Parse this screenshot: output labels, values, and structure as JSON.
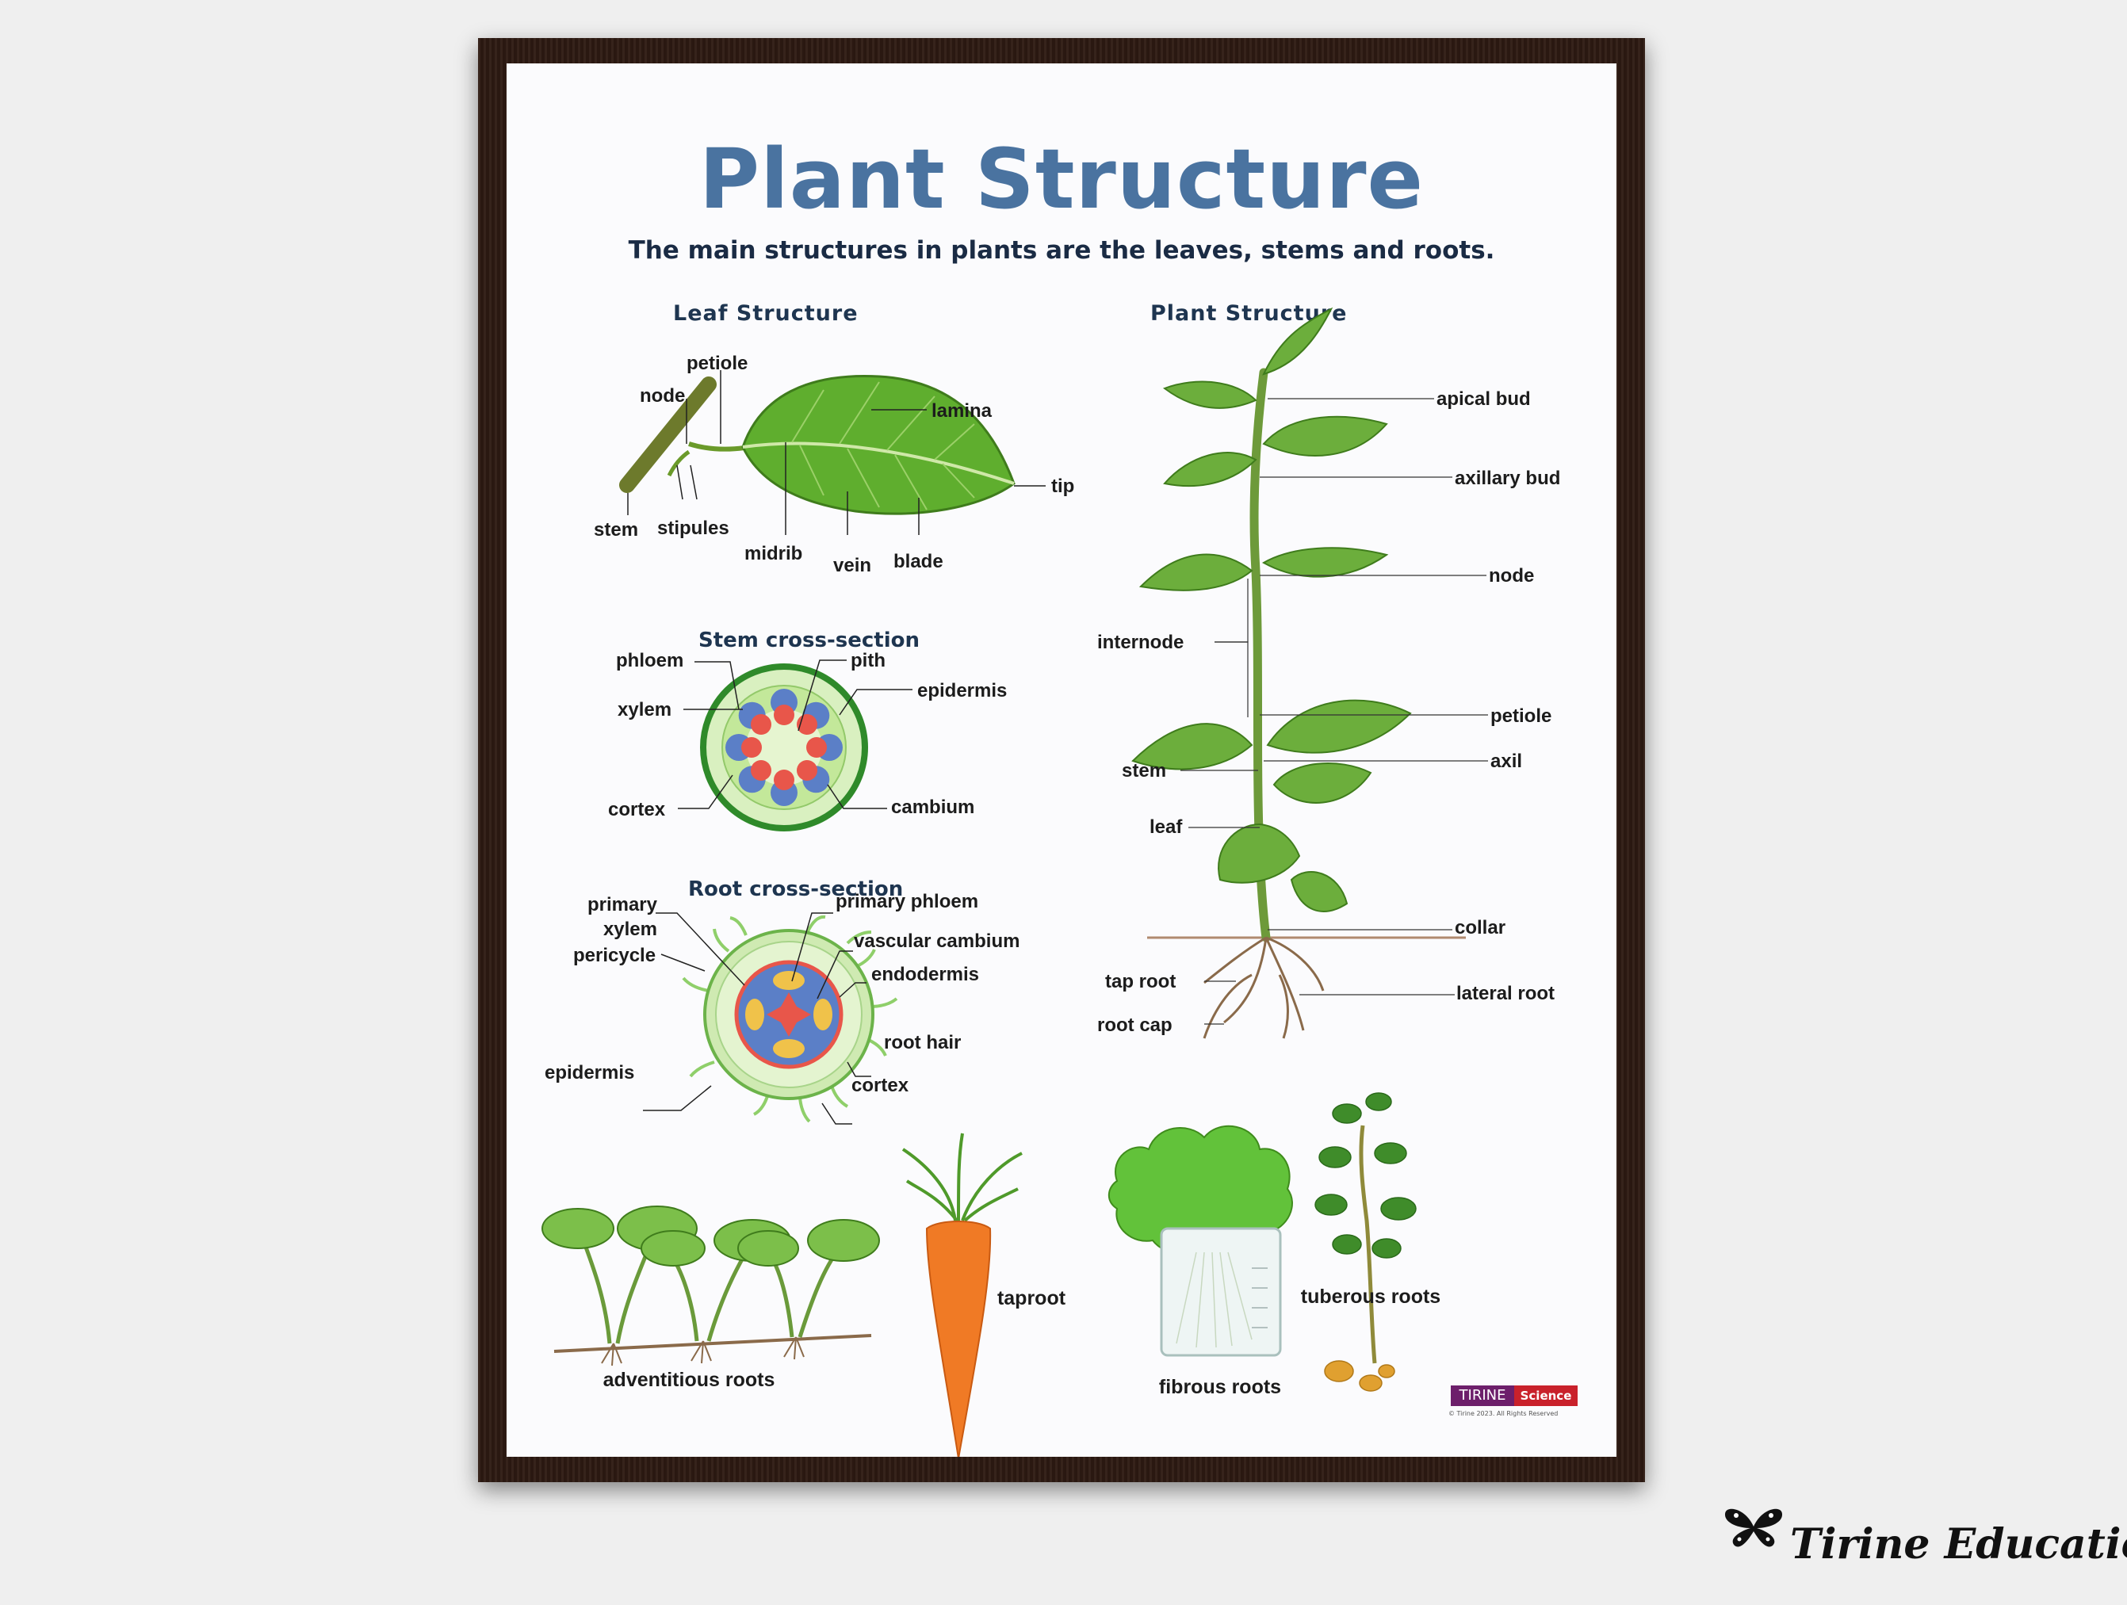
{
  "poster": {
    "title": "Plant Structure",
    "subtitle": "The main structures in plants are the leaves, stems and roots."
  },
  "leaf_structure": {
    "heading": "Leaf Structure",
    "labels": {
      "petiole": "petiole",
      "node": "node",
      "lamina": "lamina",
      "tip": "tip",
      "stem": "stem",
      "stipules": "stipules",
      "midrib": "midrib",
      "vein": "vein",
      "blade": "blade"
    }
  },
  "stem_cross_section": {
    "heading": "Stem cross-section",
    "labels": {
      "phloem": "phloem",
      "pith": "pith",
      "epidermis": "epidermis",
      "xylem": "xylem",
      "cortex": "cortex",
      "cambium": "cambium"
    }
  },
  "root_cross_section": {
    "heading": "Root cross-section",
    "labels": {
      "primary_xylem": "primary xylem",
      "primary_phloem": "primary phloem",
      "vascular_cambium": "vascular cambium",
      "pericycle": "pericycle",
      "endodermis": "endodermis",
      "root_hair": "root hair",
      "epidermis": "epidermis",
      "cortex": "cortex"
    }
  },
  "plant_structure": {
    "heading": "Plant Structure",
    "labels": {
      "apical_bud": "apical bud",
      "axillary_bud": "axillary bud",
      "node": "node",
      "internode": "internode",
      "petiole": "petiole",
      "axil": "axil",
      "stem": "stem",
      "leaf": "leaf",
      "collar": "collar",
      "tap_root": "tap root",
      "lateral_root": "lateral root",
      "root_cap": "root cap"
    }
  },
  "root_types": {
    "adventitious": "adventitious roots",
    "taproot": "taproot",
    "fibrous": "fibrous roots",
    "tuberous": "tuberous roots"
  },
  "publisher": {
    "logo_left": "TIRINE",
    "logo_right": "Science",
    "copyright": "© Tirine 2023. All Rights Reserved"
  },
  "watermark": {
    "text": "Tirine Education"
  },
  "colors": {
    "title": "#4a73a0",
    "frame": "#2e1a12",
    "leaf_green": "#5fae2e",
    "xylem_red": "#e8564a",
    "phloem_blue": "#5b7fc7"
  }
}
